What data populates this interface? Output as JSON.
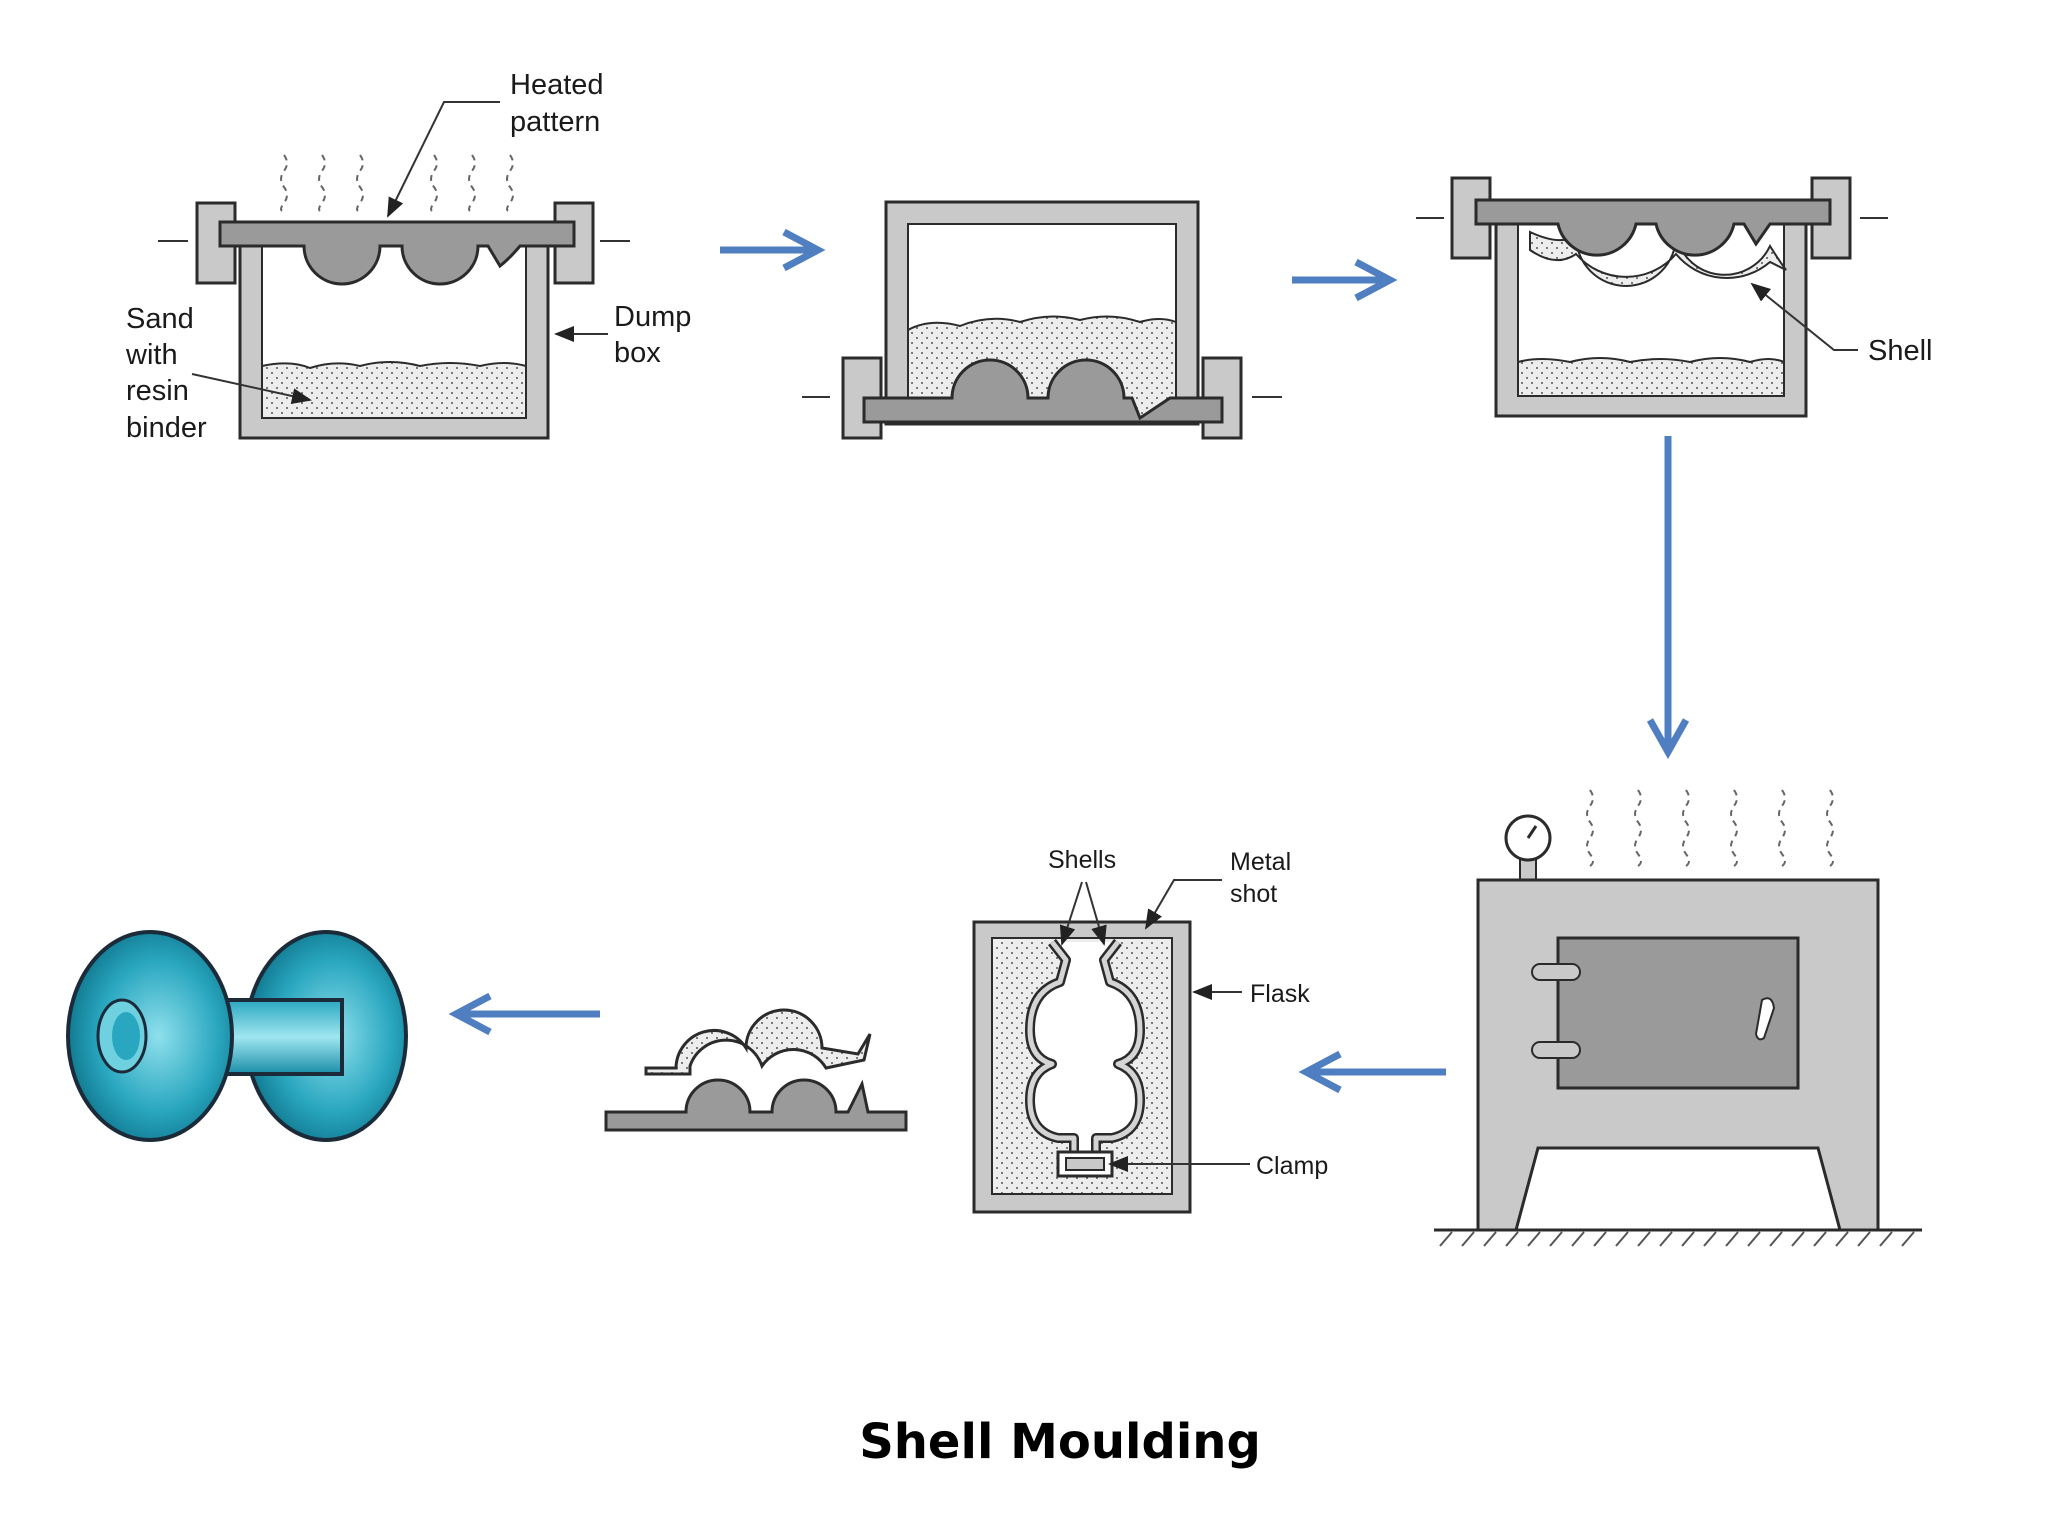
{
  "title": "Shell Moulding",
  "labels": {
    "heated_pattern": [
      "Heated",
      "pattern"
    ],
    "sand_resin": [
      "Sand",
      "with",
      "resin",
      "binder"
    ],
    "dump_box": [
      "Dump",
      "box"
    ],
    "shell": "Shell",
    "shells": "Shells",
    "metal_shot": [
      "Metal",
      "shot"
    ],
    "flask": "Flask",
    "clamp": "Clamp"
  },
  "colors": {
    "arrow": "#4f7fc0",
    "part_dark": "#0e8aa3",
    "part_light": "#6fd0e0"
  }
}
